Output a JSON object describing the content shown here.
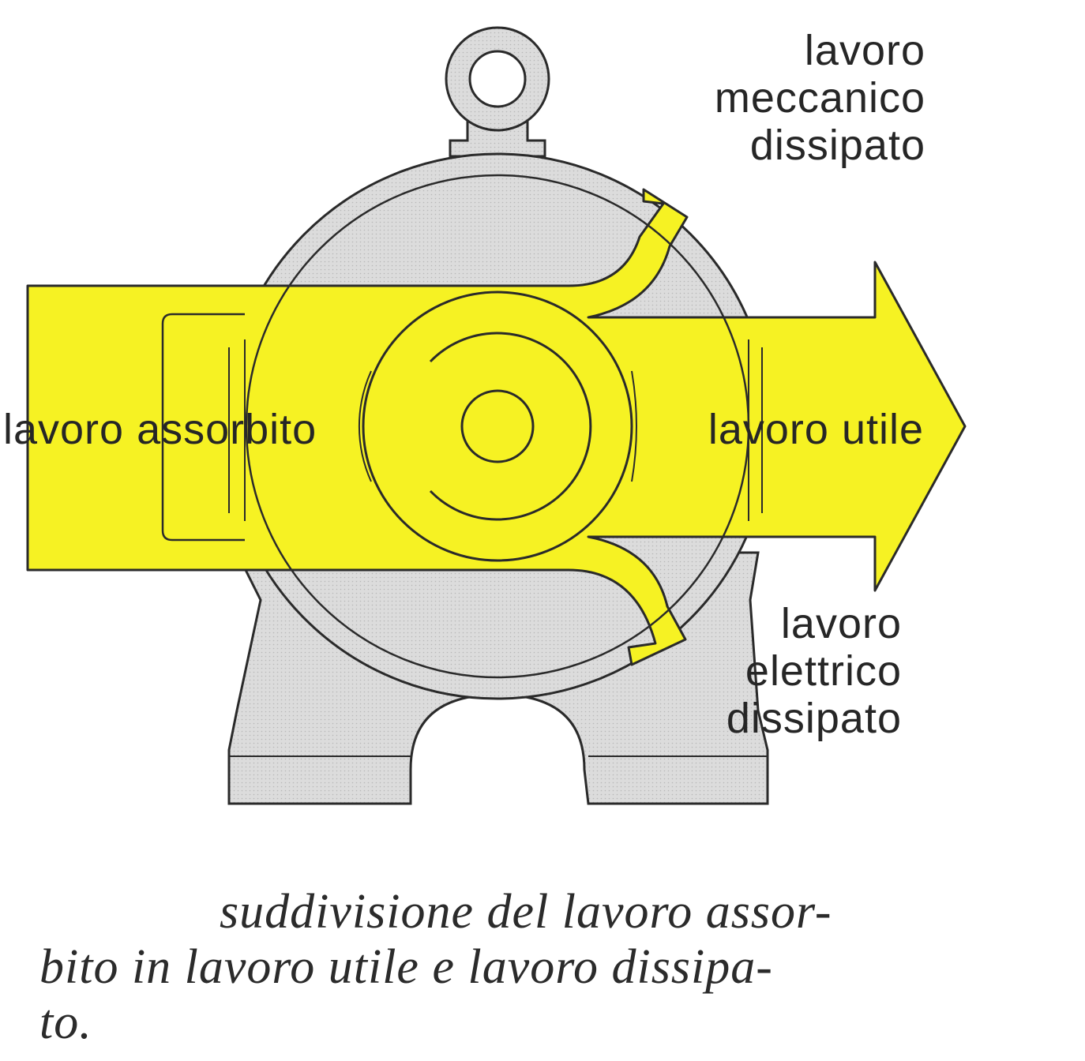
{
  "labels": {
    "mechanical": [
      "lavoro",
      "meccanico",
      "dissipato"
    ],
    "electrical": [
      "lavoro",
      "elettrico",
      "dissipato"
    ],
    "absorbed": "lavoro assorbito",
    "useful": "lavoro utile"
  },
  "caption": {
    "line1": "suddivisione del lavoro assor-",
    "line2": "bito in lavoro utile e lavoro dissipa-",
    "line3": "to."
  },
  "colors": {
    "flow_yellow": "#f6f223",
    "motor_gray": "#d9d9d9",
    "outline": "#2a2a2a"
  }
}
